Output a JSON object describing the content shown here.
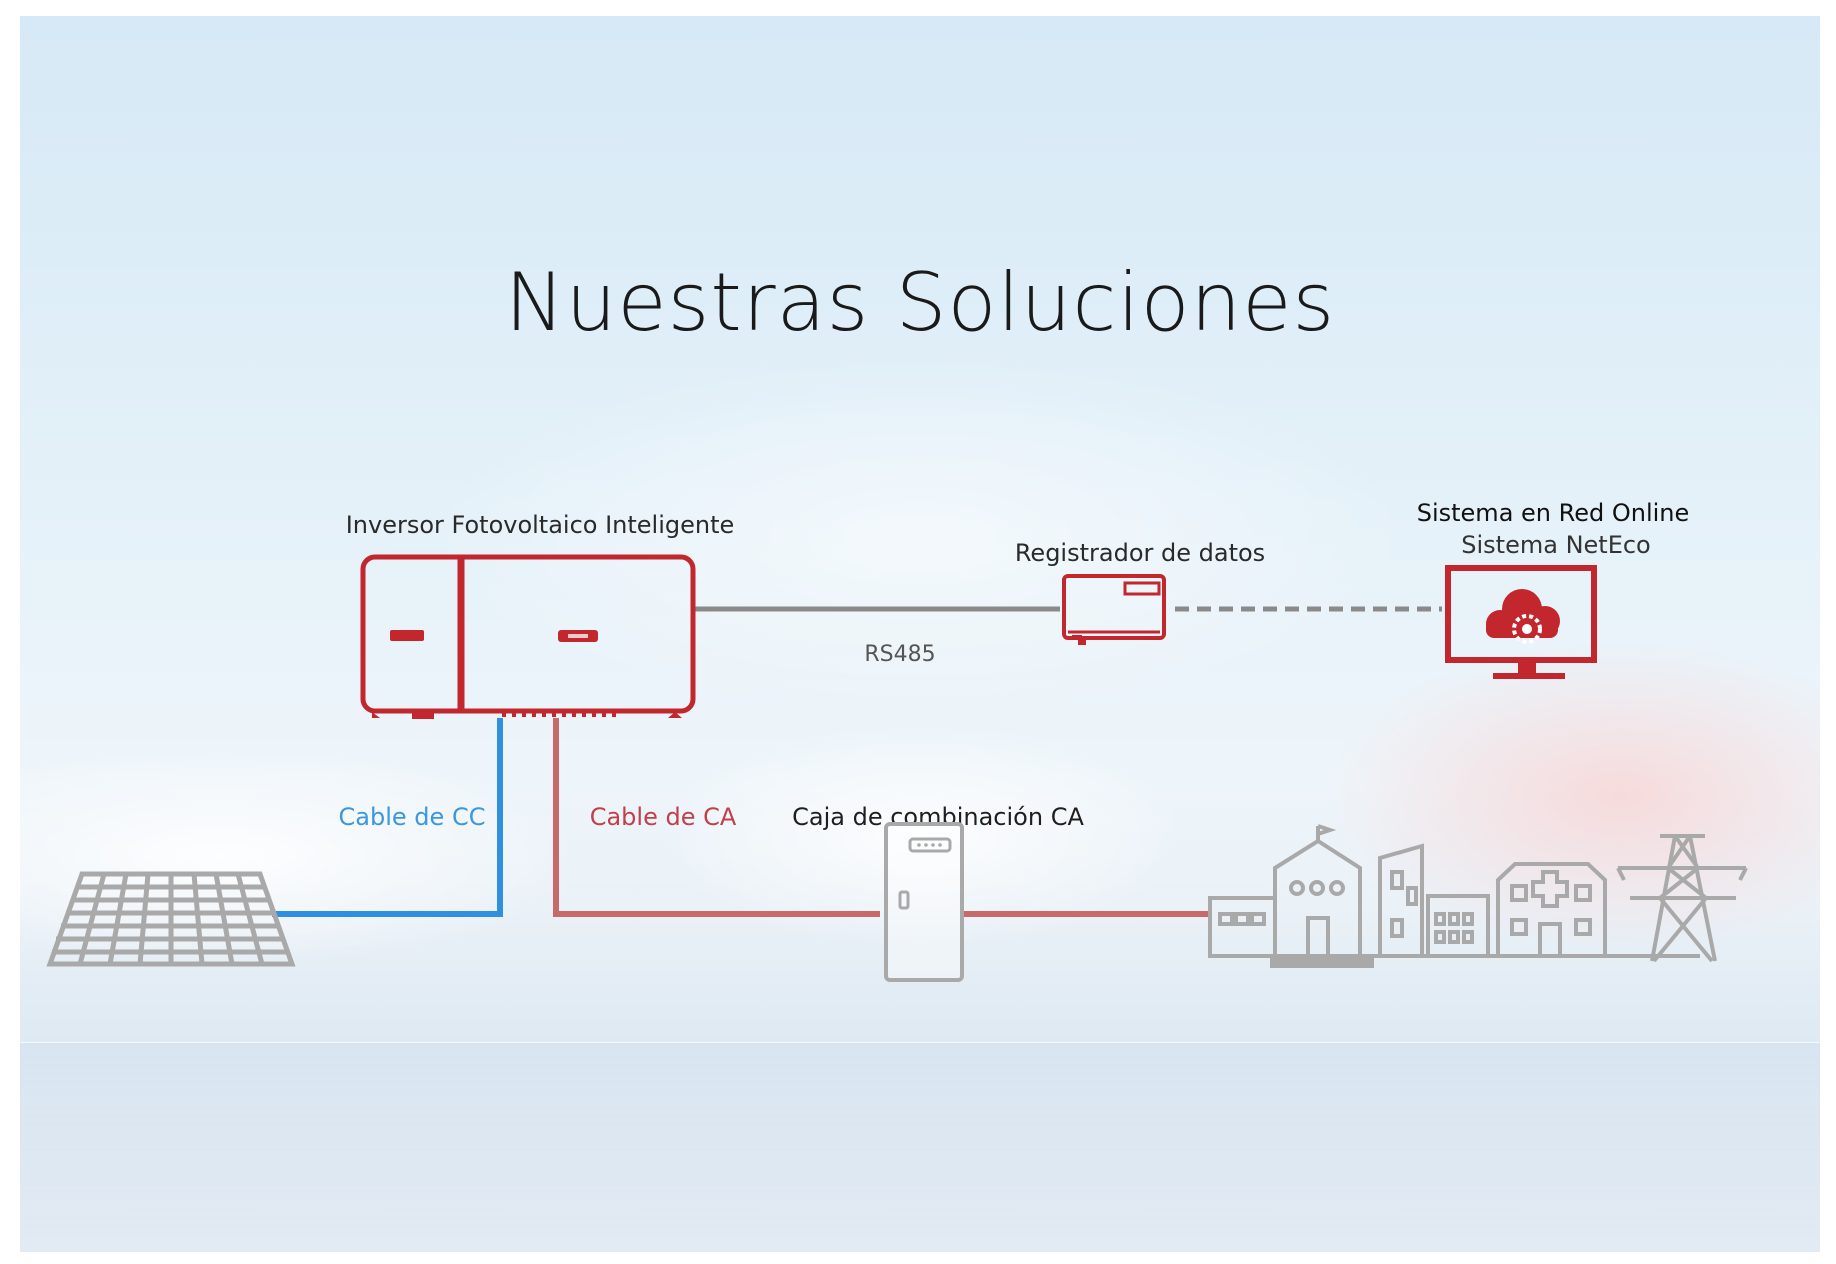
{
  "title": "Nuestras Soluciones",
  "labels": {
    "inverter": "Inversor Fotovoltaico Inteligente",
    "datalogger": "Registrador de datos",
    "network_line1": "Sistema en Red Online",
    "network_line2": "Sistema NetEco",
    "rs485": "RS485",
    "dc_cable": "Cable de CC",
    "ac_cable": "Cable de CA",
    "ac_box": "Caja de combinación CA"
  },
  "colors": {
    "red": "#c1272d",
    "dc_blue": "#2f8fe0",
    "ac_red": "#c96a6a",
    "grey": "#8a8a8a",
    "icon_grey": "#a9a9a9"
  },
  "icons": {
    "inverter": "inverter-icon",
    "datalogger": "datalogger-icon",
    "monitor": "cloud-monitor-icon",
    "solar_panel": "solar-panel-icon",
    "ac_box": "combiner-box-icon",
    "buildings": "buildings-icon",
    "tower": "power-tower-icon"
  }
}
